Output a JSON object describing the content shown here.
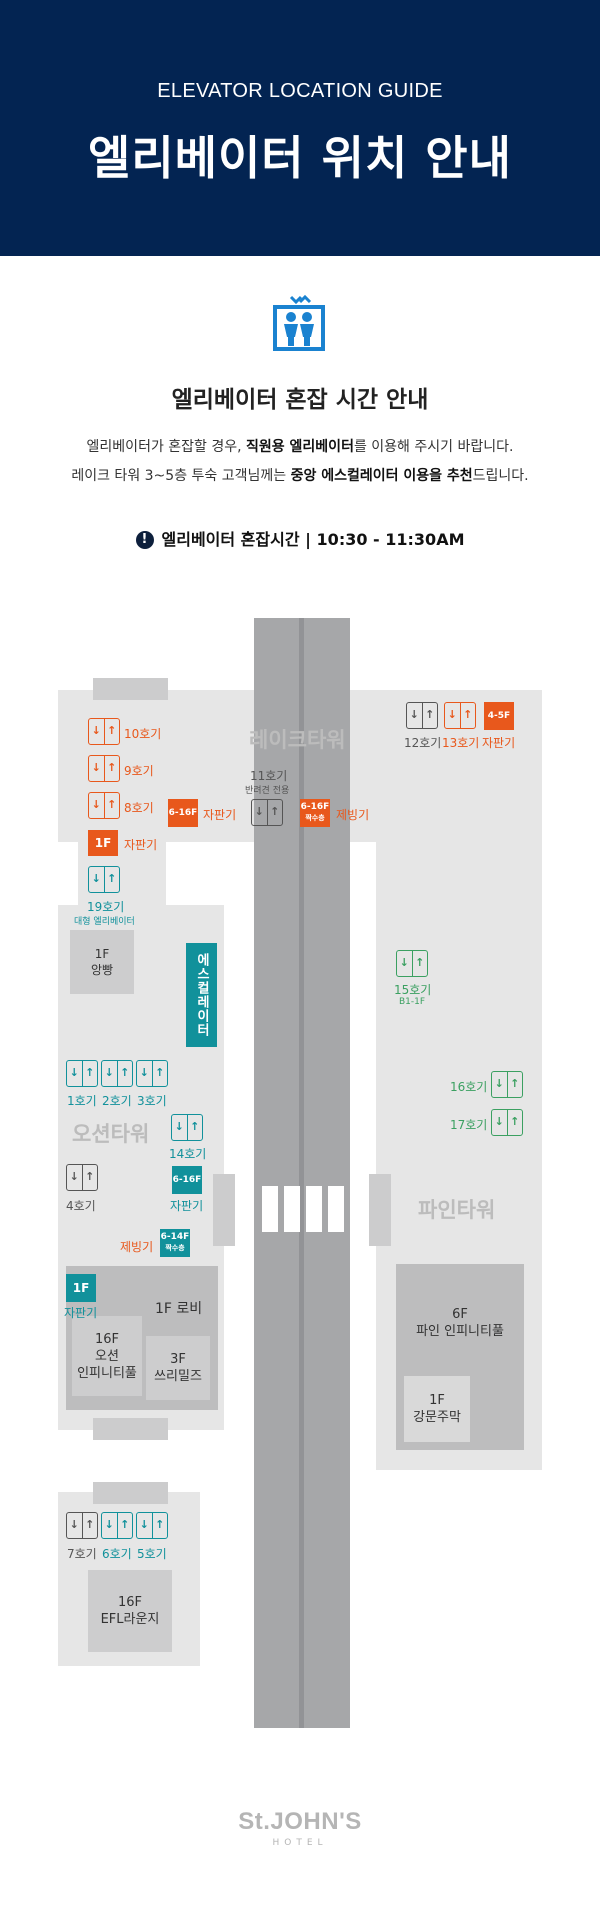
{
  "header": {
    "subtitle": "ELEVATOR LOCATION GUIDE",
    "title": "엘리베이터 위치 안내"
  },
  "info": {
    "icon": "elevator-icon",
    "title": "엘리베이터 혼잡 시간 안내",
    "line1_a": "엘리베이터가 혼잡할 경우, ",
    "line1_b": "직원용 엘리베이터",
    "line1_c": "를 이용해 주시기 바랍니다.",
    "line2_a": "레이크 타워 3~5층 투숙 고객님께는 ",
    "line2_b": "중앙 에스컬레이터 이용을 추천",
    "line2_c": "드립니다.",
    "rush_mark": "!",
    "rush_label": "엘리베이터 혼잡시간",
    "rush_sep": " | ",
    "rush_time": "10:30 - 11:30AM"
  },
  "map": {
    "lake_tower": "레이크타워",
    "ocean_tower": "오션타워",
    "pine_tower": "파인타워",
    "escalator": "에스컬레이터",
    "arrow_down": "↓",
    "arrow_up": "↑",
    "elevators": {
      "e10": "10호기",
      "e9": "9호기",
      "e8": "8호기",
      "e11": "11호기",
      "e11_note": "반려견 전용",
      "e12": "12호기",
      "e13": "13호기",
      "e19": "19호기",
      "e19_note": "대형 엘리베이터",
      "e15": "15호기",
      "e15_note": "B1-1F",
      "e16": "16호기",
      "e17": "17호기",
      "e1": "1호기",
      "e2": "2호기",
      "e3": "3호기",
      "e14": "14호기",
      "e4": "4호기",
      "e7": "7호기",
      "e6": "6호기",
      "e5": "5호기"
    },
    "vending": "자판기",
    "ice": "제빙기",
    "tags": {
      "t_1f": "1F",
      "t_6_16f": "6-16F",
      "t_4_5f": "4-5F",
      "t_6_16f_b": "6-16F",
      "t_6_16f_b_note": "짝수층",
      "t_6_16f_c": "6-16F",
      "t_6_14f": "6-14F",
      "t_6_14f_note": "짝수층",
      "t_1f_b": "1F"
    },
    "places": {
      "bakery_floor": "1F",
      "bakery": "앙빵",
      "lobby": "1F 로비",
      "ocean_pool_floor": "16F",
      "ocean_pool": "오션\n인피니티풀",
      "three_meals_floor": "3F",
      "three_meals": "쓰리밀즈",
      "pine_pool_floor": "6F",
      "pine_pool": "파인 인피니티풀",
      "gangmun_floor": "1F",
      "gangmun": "강문주막",
      "efl_floor": "16F",
      "efl": "EFL라운지"
    }
  },
  "footer": {
    "brand": "St.JOHN'S",
    "brand_sub": "HOTEL"
  },
  "colors": {
    "navy": "#032452",
    "orange": "#e8581c",
    "teal": "#11919b",
    "green": "#3ba061",
    "blue_icon": "#1a82d0"
  }
}
